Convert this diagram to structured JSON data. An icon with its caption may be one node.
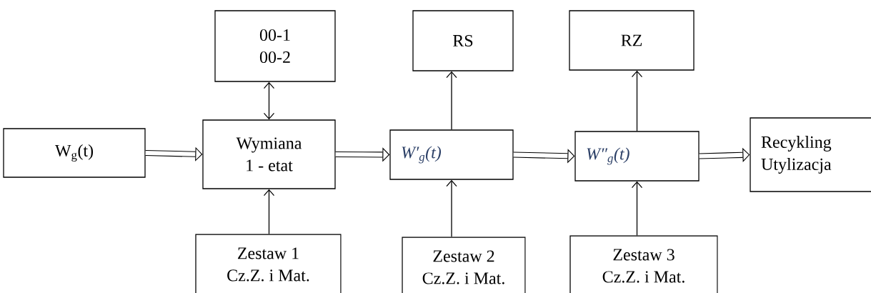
{
  "diagram": {
    "nodes": [
      {
        "text": [
          "00-1 00-2"
        ]
      },
      {
        "text": [
          "RS"
        ]
      },
      {
        "text": [
          "RZ"
        ]
      },
      {
        "text": [
          "W$_{g}$(t)"
        ]
      },
      {
        "text": [
          "Wymiana 1 - etat"
        ]
      },
      {
        "text": [
          "W′$_{g}$(t)"
        ]
      },
      {
        "text": [
          "W″$_{g}$(t)"
        ]
      },
      {
        "text": [
          "Recykling Utylizacja"
        ]
      },
      {
        "text": [
          "Zestaw 1 Cz.Z. i Mat."
        ]
      },
      {
        "text": [
          "Zestaw 2 Cz.Z. i Mat."
        ]
      },
      {
        "text": [
          "Zestaw 3 Cz.Z. i Mat."
        ]
      }
    ],
    "edges": [
      {
        "from": 0,
        "to": 4,
        "arrow": "both"
      },
      {
        "from": 3,
        "to": 4,
        "arrow": "to",
        "style": "thick"
      },
      {
        "from": 4,
        "to": 5,
        "arrow": "to",
        "style": "thick"
      },
      {
        "from": 5,
        "to": 1,
        "arrow": "to"
      },
      {
        "from": 5,
        "to": 6,
        "arrow": "to",
        "style": "thick"
      },
      {
        "from": 6,
        "to": 2,
        "arrow": "to"
      },
      {
        "from": 6,
        "to": 7,
        "arrow": "to",
        "style": "thick"
      },
      {
        "from": 8,
        "to": 4,
        "arrow": "to"
      },
      {
        "from": 9,
        "to": 5,
        "arrow": "to"
      },
      {
        "from": 10,
        "to": 6,
        "arrow": "to"
      }
    ]
  }
}
